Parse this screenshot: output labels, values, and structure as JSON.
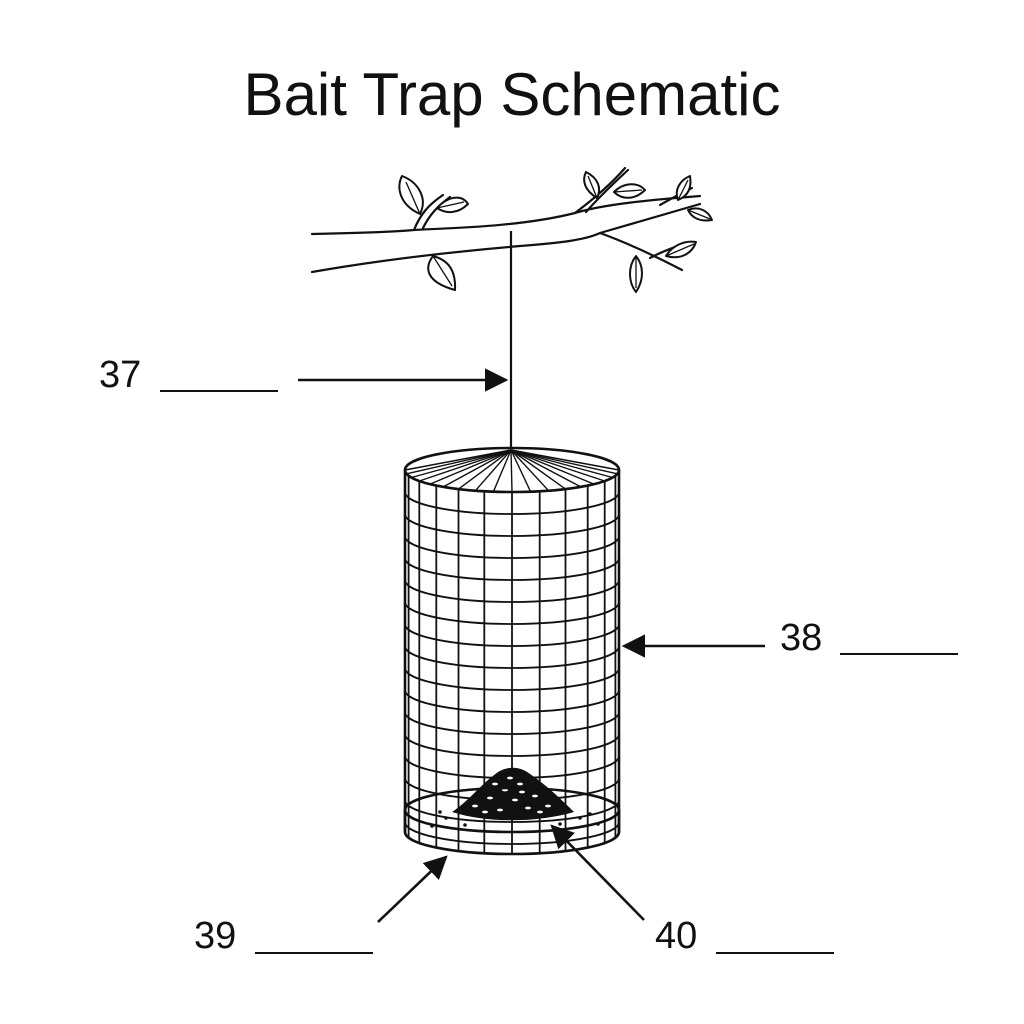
{
  "title": "Bait Trap Schematic",
  "labels": [
    {
      "number": "37",
      "answer": ""
    },
    {
      "number": "38",
      "answer": ""
    },
    {
      "number": "39",
      "answer": ""
    },
    {
      "number": "40",
      "answer": ""
    }
  ],
  "colors": {
    "ink": "#111111",
    "background": "#ffffff"
  }
}
